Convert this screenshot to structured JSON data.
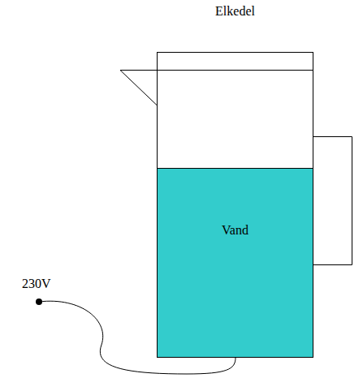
{
  "diagram": {
    "nodes": [
      {
        "text": [
          "Elkedel"
        ]
      },
      {
        "text": [
          "Vand"
        ],
        "in": 0
      }
    ],
    "labels": [
      "230V"
    ]
  }
}
